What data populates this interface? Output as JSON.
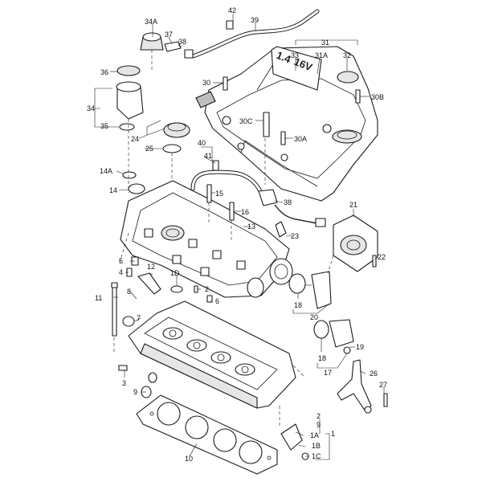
{
  "callouts": {
    "c1": "1",
    "c1A": "1A",
    "c1B": "1B",
    "c1C": "1C",
    "c1D": "1D",
    "c2": "2",
    "c3": "3",
    "c4": "4",
    "c5": "5",
    "c6": "6",
    "c7": "7",
    "c8": "8",
    "c9": "9",
    "c10": "10",
    "c11": "11",
    "c12": "12",
    "c13": "13",
    "c14": "14",
    "c14A": "14A",
    "c15": "15",
    "c16": "16",
    "c17": "17",
    "c18a": "18",
    "c18b": "18",
    "c19": "19",
    "c20": "20",
    "c21": "21",
    "c22": "22",
    "c23": "23",
    "c24": "24",
    "c25": "25",
    "c26": "26",
    "c27": "27",
    "c29": "2",
    "c30": "30",
    "c30A": "30A",
    "c30B": "30B",
    "c30C": "30C",
    "c31": "31",
    "c31A": "31A",
    "c32": "32",
    "c33": "33",
    "c34": "34",
    "c34A": "34A",
    "c35": "35",
    "c36": "36",
    "c37": "37",
    "c38a": "38",
    "c38b": "38",
    "c39": "39",
    "c40": "40",
    "c41": "41",
    "c42": "42",
    "c9b": "9"
  },
  "cover_emboss": {
    "left": "1.4",
    "right": "16V"
  },
  "colors": {
    "line": "#1a1a1a",
    "shade": "#e6e6e6",
    "background": "#ffffff"
  },
  "icons": {
    "lineart": "exploded-view-lineart"
  }
}
